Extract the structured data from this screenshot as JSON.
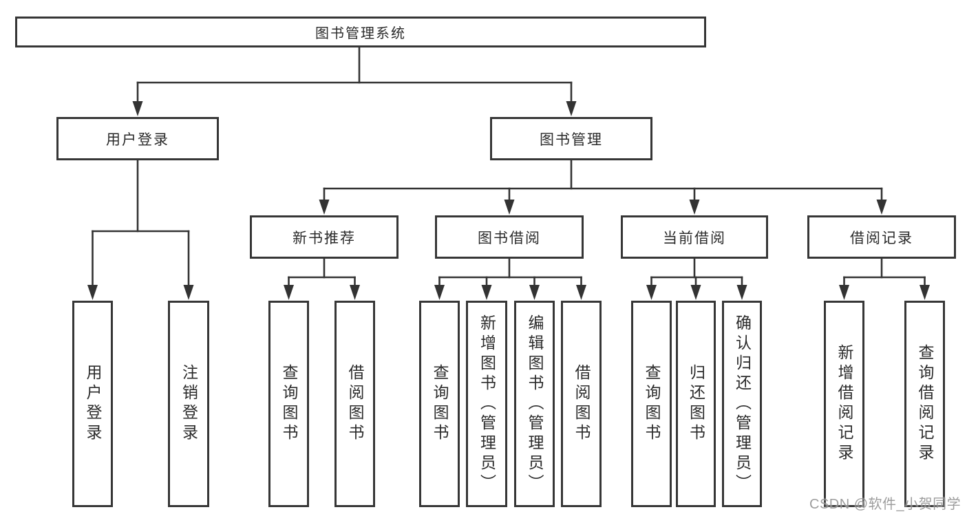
{
  "diagram_title": "图书管理系统",
  "tree": {
    "label": "图书管理系统",
    "children": [
      {
        "label": "用户登录",
        "children": [
          {
            "label": "用户登录"
          },
          {
            "label": "注销登录"
          }
        ]
      },
      {
        "label": "图书管理",
        "children": [
          {
            "label": "新书推荐",
            "children": [
              {
                "label": "查询图书"
              },
              {
                "label": "借阅图书"
              }
            ]
          },
          {
            "label": "图书借阅",
            "children": [
              {
                "label": "查询图书"
              },
              {
                "label": "新增图书（管理员）"
              },
              {
                "label": "编辑图书（管理员）"
              },
              {
                "label": "借阅图书"
              }
            ]
          },
          {
            "label": "当前借阅",
            "children": [
              {
                "label": "查询图书"
              },
              {
                "label": "归还图书"
              },
              {
                "label": "确认归还（管理员）"
              }
            ]
          },
          {
            "label": "借阅记录",
            "children": [
              {
                "label": "新增借阅记录"
              },
              {
                "label": "查询借阅记录"
              }
            ]
          }
        ]
      }
    ]
  },
  "watermark": {
    "text": "CSDN @软件_小贺同学"
  },
  "colors": {
    "line": "#333333",
    "box_border": "#363636",
    "text": "#2b2b2b",
    "watermark": "#878787",
    "background": "#ffffff"
  }
}
